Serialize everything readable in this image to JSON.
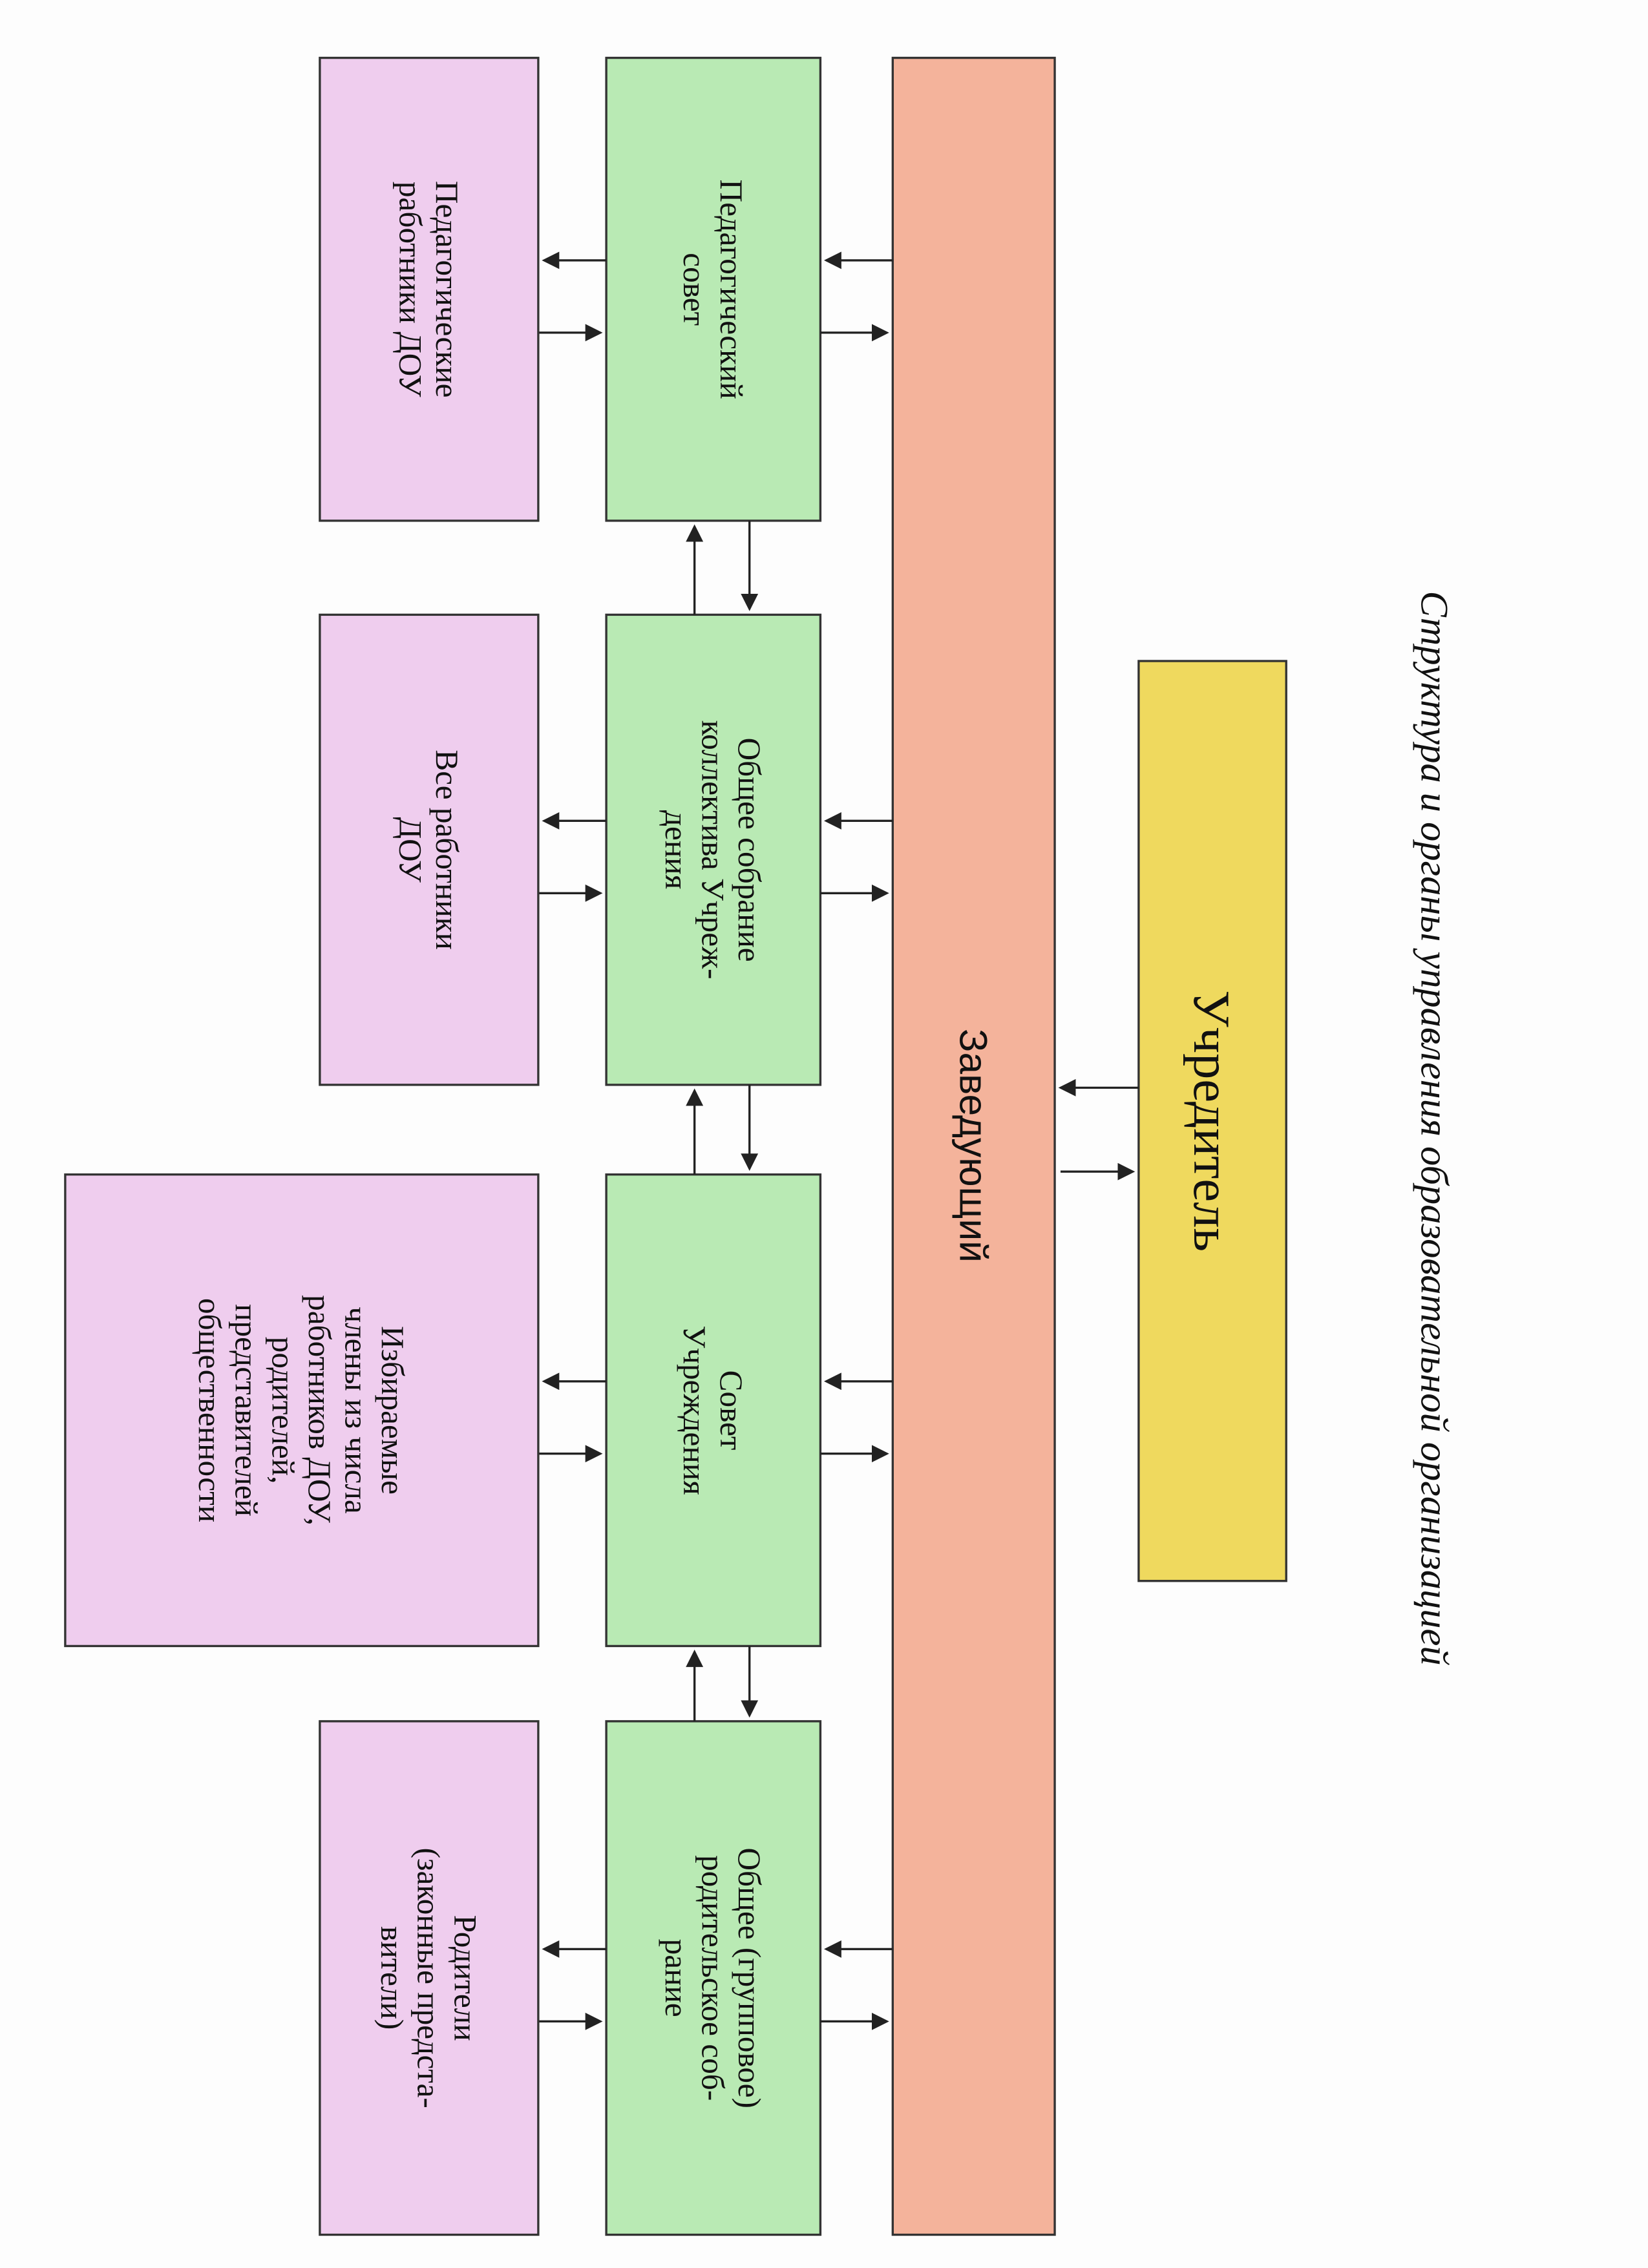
{
  "title": "Структура и органы управления образовательной организацией",
  "founder": {
    "label": "Учредитель",
    "color": "#efd95e"
  },
  "head": {
    "label": "Заведующий",
    "color": "#f4b39b"
  },
  "councils": [
    {
      "lines": [
        "Педагогический",
        "совет"
      ]
    },
    {
      "lines": [
        "Общее собрание",
        "коллектива Учреж-",
        "дения"
      ]
    },
    {
      "lines": [
        "Совет",
        "Учреждения"
      ]
    },
    {
      "lines": [
        "Общее (групповое)",
        "родительское соб-",
        "рание"
      ]
    }
  ],
  "members": [
    {
      "lines": [
        "Педагогические",
        "работники ДОУ"
      ]
    },
    {
      "lines": [
        "Все работники",
        "ДОУ"
      ]
    },
    {
      "lines": [
        "Избираемые",
        "члены из числа",
        "работников ДОУ,",
        "родителей,",
        "представителей",
        "общественности"
      ]
    },
    {
      "lines": [
        "Родители",
        "(законные предста-",
        "вители)"
      ]
    }
  ],
  "colors": {
    "council": "#b9eab4",
    "member": "#efcdee",
    "stroke": "#333333"
  }
}
